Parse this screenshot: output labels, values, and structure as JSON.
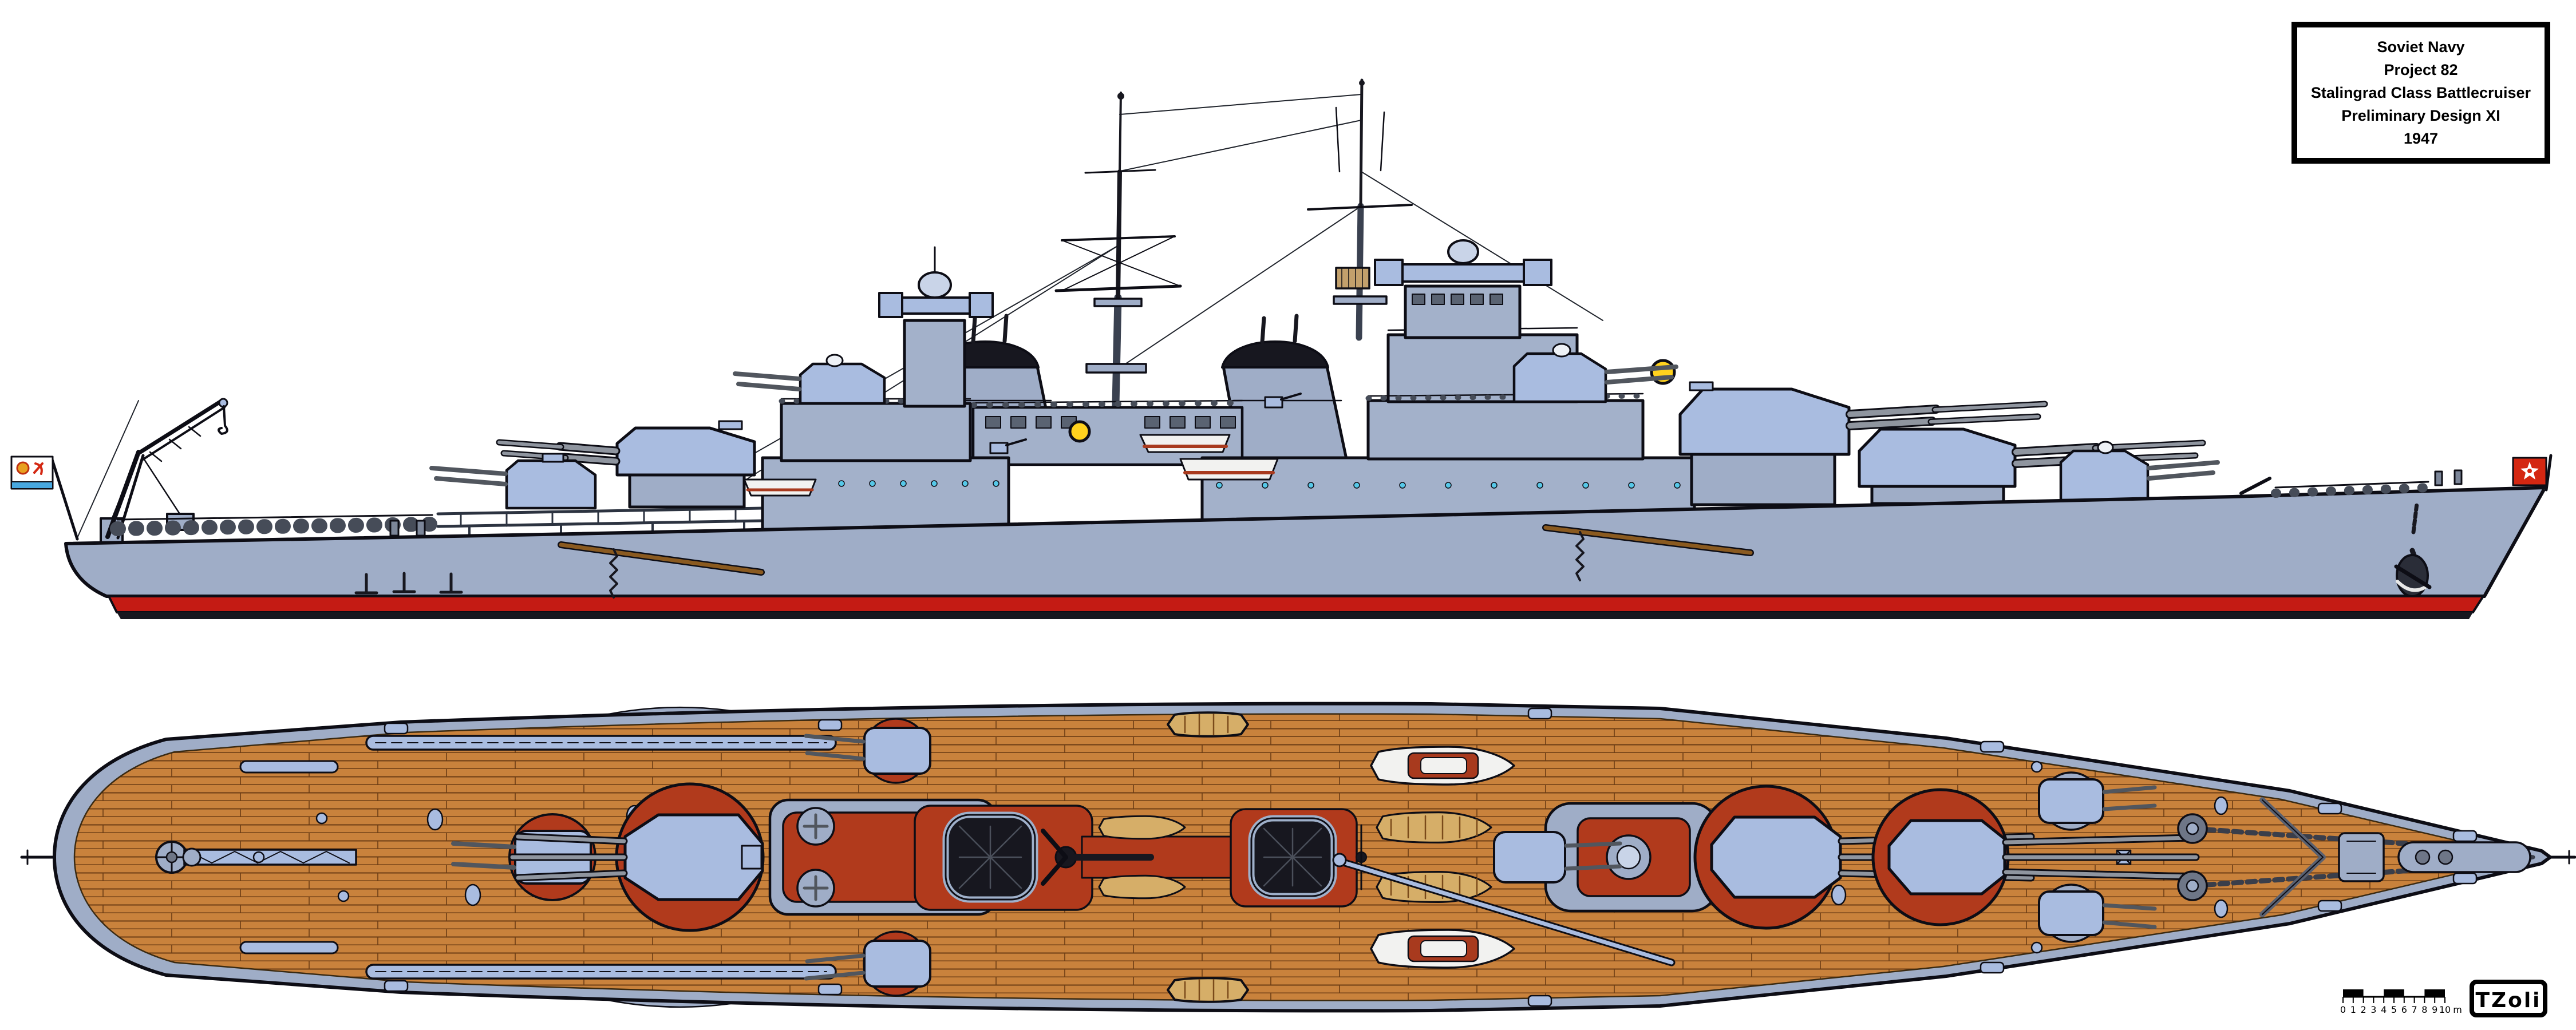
{
  "title_block": {
    "line1": "Soviet Navy",
    "line2": "Project 82",
    "line3": "Stalingrad Class Battlecruiser",
    "line4": "Preliminary Design XI",
    "line5": "1947"
  },
  "scale_bar": {
    "labels": [
      "0",
      "1",
      "2",
      "3",
      "4",
      "5",
      "6",
      "7",
      "8",
      "9",
      "10"
    ],
    "unit": "m"
  },
  "signature": {
    "text": "TZoli"
  },
  "icons": {
    "stern_flag": "soviet-naval-ensign",
    "bow_flag": "soviet-naval-jack",
    "views": [
      "side-profile-view",
      "deck-plan-view"
    ]
  },
  "colors": {
    "background": "#ffffff",
    "outline": "#0d0d15",
    "hull_gray": "#9fadc7",
    "superstructure_gray": "#a3b1ca",
    "turret_blue": "#a9bce0",
    "boot_stripe_red": "#c41b14",
    "deck_wood": "#c9823c",
    "plank_line": "#6b3c14",
    "superstructure_deck_red": "#b13a1c",
    "funnel_cap_black": "#17171f",
    "searchlight_yellow": "#ffd21e",
    "radar_tan": "#c2a06c",
    "ensign_stripe_blue": "#48a8e0",
    "flag_red": "#d42712",
    "boat_white": "#f2f2f0",
    "boat_wood": "#d6ae68",
    "boom_brown": "#8a5a20"
  }
}
